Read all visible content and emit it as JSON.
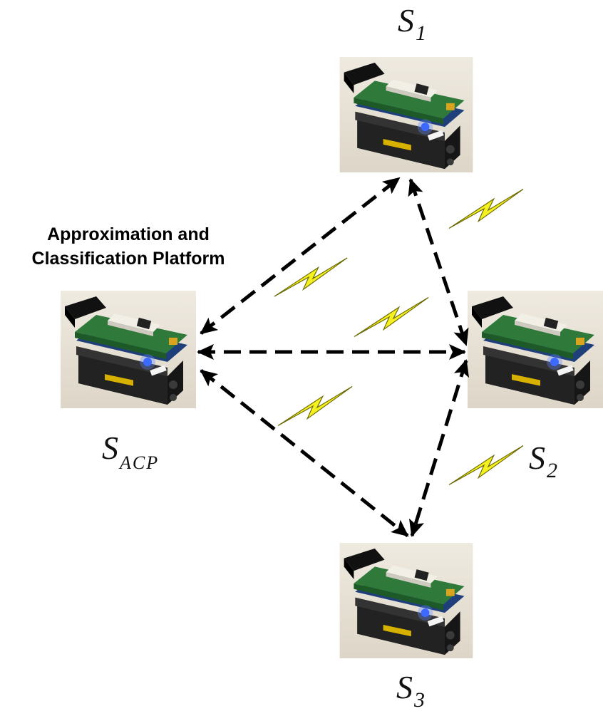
{
  "platform_title": {
    "line1": "Approximation and",
    "line2": "Classification Platform"
  },
  "nodes": {
    "s1": {
      "symbol": "S",
      "subscript": "1"
    },
    "s2": {
      "symbol": "S",
      "subscript": "2"
    },
    "s3": {
      "symbol": "S",
      "subscript": "3"
    },
    "sacp": {
      "symbol": "S",
      "subscript": "ACP"
    }
  },
  "links": [
    {
      "from": "sacp",
      "to": "s1",
      "style": "dashed",
      "arrows": "both"
    },
    {
      "from": "sacp",
      "to": "s2",
      "style": "dashed",
      "arrows": "both"
    },
    {
      "from": "sacp",
      "to": "s3",
      "style": "dashed",
      "arrows": "both"
    },
    {
      "from": "s1",
      "to": "s2",
      "style": "dashed",
      "arrows": "both"
    },
    {
      "from": "s2",
      "to": "s3",
      "style": "dashed",
      "arrows": "both"
    }
  ],
  "icons": [
    "sensor-node-image",
    "wireless-lightning-icon"
  ],
  "colors": {
    "lightning_fill": "#f5f020",
    "lightning_stroke": "#6b6a00",
    "arrow": "#000000",
    "photo_bg": "#e8e2d6",
    "pcb_green": "#2f7a3a",
    "battery_black": "#1a1a1a",
    "led_blue": "#2a5bff"
  }
}
